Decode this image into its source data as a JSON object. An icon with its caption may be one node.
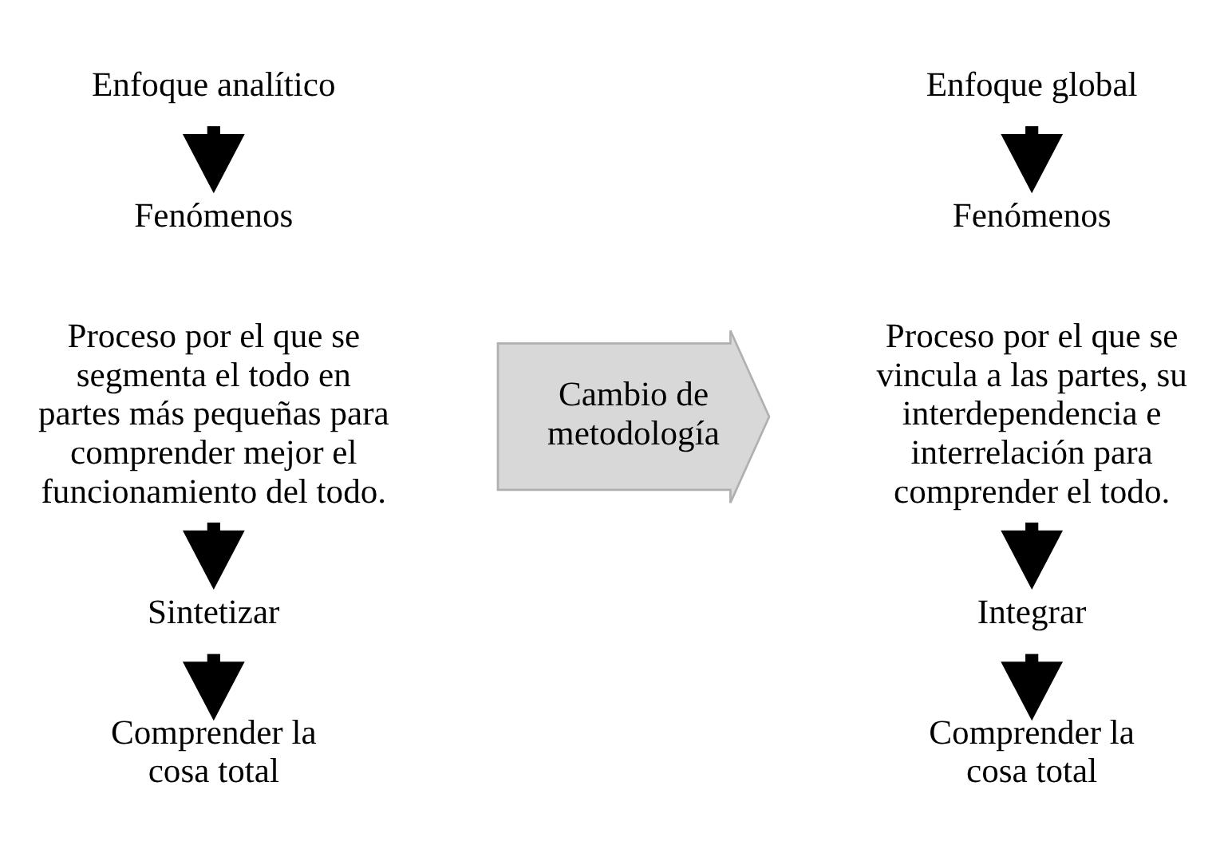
{
  "diagram": {
    "nodes": [
      {
        "text": [
          "Enfoque analítico"
        ]
      },
      {
        "text": [
          "Fenómenos"
        ]
      },
      {
        "text": [
          "Proceso por el que se segmenta el todo en partes más pequeñas para comprender mejor el funcionamiento del todo."
        ]
      },
      {
        "text": [
          "Sintetizar"
        ]
      },
      {
        "text": [
          "Comprender la cosa total"
        ]
      },
      {
        "text": [
          "Cambio de metodología"
        ]
      },
      {
        "text": [
          "Enfoque global"
        ]
      },
      {
        "text": [
          "Fenómenos"
        ]
      },
      {
        "text": [
          "Proceso por el que se vincula a las partes, su interdependencia e interrelación para comprender el todo."
        ]
      },
      {
        "text": [
          "Integrar"
        ]
      },
      {
        "text": [
          "Comprender la cosa total"
        ]
      }
    ],
    "edges": [
      {
        "from": 0,
        "to": 1,
        "arrow": "to"
      },
      {
        "from": 2,
        "to": 3,
        "arrow": "to"
      },
      {
        "from": 3,
        "to": 4,
        "arrow": "to"
      },
      {
        "from": 6,
        "to": 7,
        "arrow": "to"
      },
      {
        "from": 8,
        "to": 9,
        "arrow": "to"
      },
      {
        "from": 9,
        "to": 10,
        "arrow": "to"
      }
    ]
  }
}
